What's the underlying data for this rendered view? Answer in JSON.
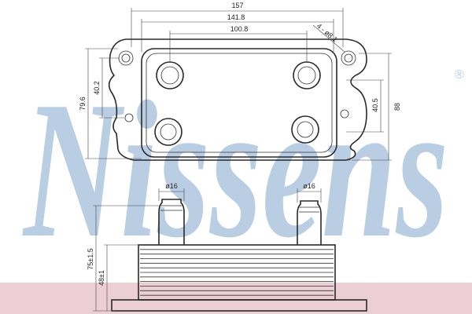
{
  "watermark": {
    "brand": "Nissens",
    "registered": "®",
    "color": "#b9cde3",
    "band_color": "#eccfd6"
  },
  "dimensions": {
    "overall_width": "157",
    "hole_span": "141.8",
    "port_span": "100.8",
    "hole_spec": "4 - ø8.1",
    "left_vert_spacing": "40.2",
    "left_height": "79.6",
    "right_vert_spacing": "40.5",
    "right_height": "88",
    "left_port_dia": "ø16",
    "right_port_dia": "ø16",
    "total_height": "75±1.5",
    "body_height": "48±1"
  },
  "colors": {
    "line": "#2a2a2a",
    "text": "#222222"
  }
}
